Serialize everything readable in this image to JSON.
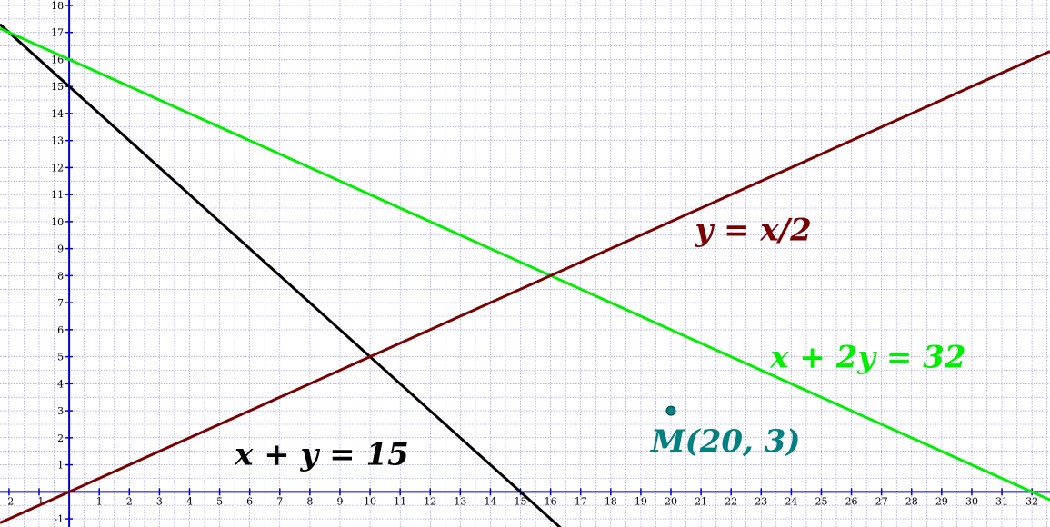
{
  "chart_data": {
    "type": "line",
    "title": "",
    "xlabel": "",
    "ylabel": "",
    "xlim": [
      -2.3,
      32.6
    ],
    "ylim": [
      -1.3,
      18.2
    ],
    "grid": true,
    "grid_step": 0.5,
    "x_ticks": [
      "-2",
      "-1",
      "1",
      "2",
      "3",
      "4",
      "5",
      "6",
      "7",
      "8",
      "9",
      "10",
      "11",
      "12",
      "13",
      "14",
      "15",
      "16",
      "17",
      "18",
      "19",
      "20",
      "21",
      "22",
      "23",
      "24",
      "25",
      "26",
      "27",
      "28",
      "29",
      "30",
      "31",
      "32"
    ],
    "y_ticks": [
      "-1",
      "1",
      "2",
      "3",
      "4",
      "5",
      "6",
      "7",
      "8",
      "9",
      "10",
      "11",
      "12",
      "13",
      "14",
      "15",
      "16",
      "17",
      "18"
    ],
    "series": [
      {
        "name": "x + y = 15",
        "color": "#000000",
        "points": [
          [
            -2.3,
            17.3
          ],
          [
            16.7,
            -1.7
          ]
        ]
      },
      {
        "name": "x + 2y = 32",
        "color": "#00ee00",
        "points": [
          [
            -2.3,
            17.15
          ],
          [
            32.6,
            -0.3
          ]
        ]
      },
      {
        "name": "y = x/2",
        "color": "#7a0000",
        "points": [
          [
            -2.3,
            -1.15
          ],
          [
            32.6,
            16.3
          ]
        ]
      }
    ],
    "point": {
      "label": "M(20, 3)",
      "x": 20,
      "y": 3,
      "color": "#008080"
    },
    "colors": {
      "grid": "#8a8ae6",
      "axis": "#0000cc"
    }
  }
}
